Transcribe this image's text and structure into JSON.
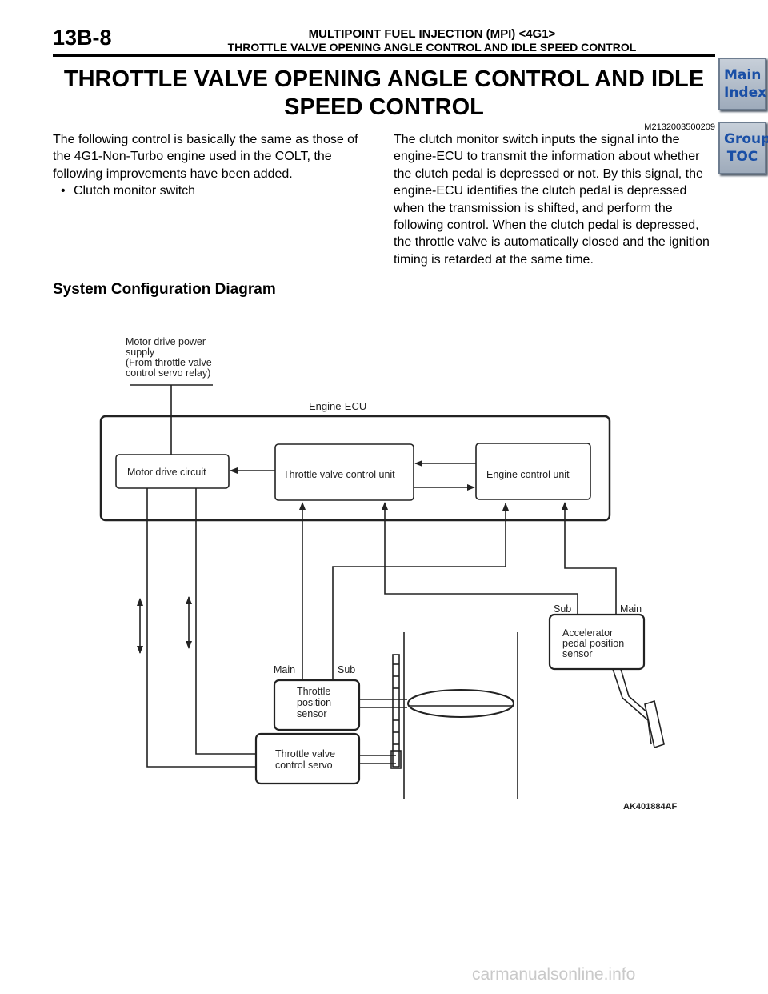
{
  "header": {
    "page_number": "13B-8",
    "section_title": "MULTIPOINT FUEL INJECTION (MPI) <4G1>",
    "subsection_title": "THROTTLE VALVE OPENING ANGLE CONTROL AND IDLE SPEED CONTROL"
  },
  "nav": {
    "main_index": "Main Index",
    "group_toc": "Group TOC"
  },
  "title_line1": "THROTTLE VALVE OPENING ANGLE CONTROL AND IDLE",
  "title_line2": "SPEED CONTROL",
  "doc_id": "M2132003500209",
  "left_paragraph": "The following control is basically the same as those of the 4G1-Non-Turbo engine used in the COLT, the following improvements have been added.",
  "left_bullet": "Clutch monitor switch",
  "right_paragraph": "The clutch monitor switch inputs the signal into the engine-ECU to transmit the information about whether the clutch pedal is depressed or not. By this signal, the engine-ECU identifies the clutch pedal is depressed when the transmission is shifted, and perform the following control. When the clutch pedal is depressed, the throttle valve is automatically closed and the ignition timing is retarded at the same time.",
  "section_heading": "System Configuration Diagram",
  "diagram": {
    "power_label_1": "Motor drive power",
    "power_label_2": "supply",
    "power_label_3": "(From throttle valve",
    "power_label_4": "control servo relay)",
    "ecu_label": "Engine-ECU",
    "motor_drive": "Motor drive circuit",
    "tv_control_unit": "Throttle valve control unit",
    "engine_control_unit": "Engine control  unit",
    "accel_1": "Accelerator",
    "accel_2": "pedal position",
    "accel_3": "sensor",
    "sub_label": "Sub",
    "main_label": "Main",
    "tps_main": "Main",
    "tps_sub": "Sub",
    "tps_1": "Throttle",
    "tps_2": "position",
    "tps_3": "sensor",
    "servo_1": "Throttle valve",
    "servo_2": "control servo",
    "figure_id": "AK401884AF"
  },
  "watermark": "carmanualsonline.info"
}
